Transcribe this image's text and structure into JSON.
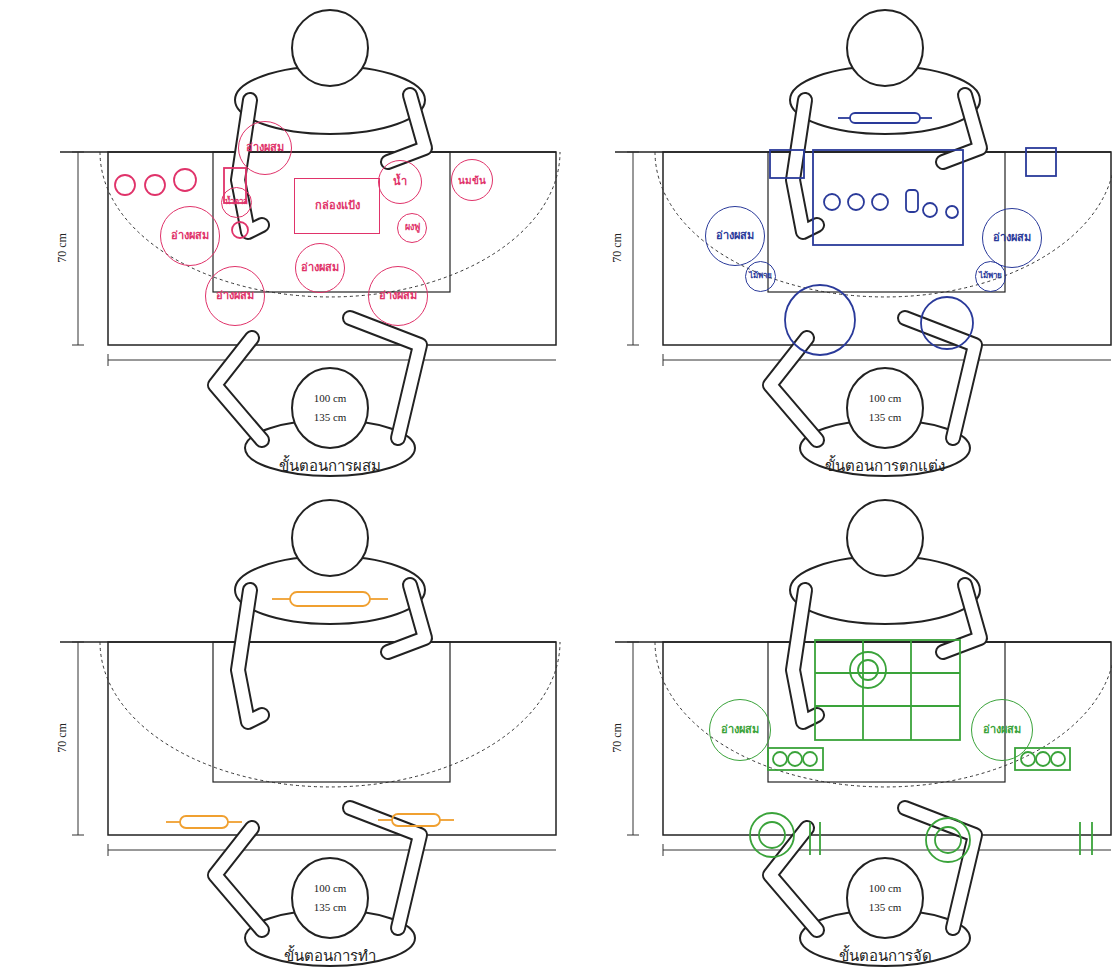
{
  "diagram": {
    "nodes": [
      {
        "text": [
          "อ่างผสม"
        ]
      },
      {
        "text": [
          "น้ำ"
        ]
      },
      {
        "text": [
          "นมข้น"
        ]
      },
      {
        "text": [
          "กล่องแป้ง"
        ]
      },
      {
        "text": [
          "น้ำตาล"
        ]
      },
      {
        "text": [
          "อ่างผสม"
        ]
      },
      {
        "text": [
          "ผงฟู"
        ]
      },
      {
        "text": [
          "อ่างผสม"
        ]
      },
      {
        "text": [
          "อ่างผสม"
        ]
      },
      {
        "text": [
          "อ่างผสม"
        ]
      },
      {
        "text": [
          "อ่างผสม"
        ]
      },
      {
        "text": [
          "อ่างผสม"
        ]
      },
      {
        "text": [
          "ไม้พาย"
        ]
      },
      {
        "text": [
          "ไม้พาย"
        ]
      },
      {
        "text": [
          "อ่างผสม"
        ]
      },
      {
        "text": [
          "อ่างผสม"
        ]
      }
    ],
    "labels": [
      "70 cm",
      "100 cm",
      "135 cm",
      "ขั้นตอนการผสม",
      "70 cm",
      "100 cm",
      "135 cm",
      "ขั้นตอนการตกแต่ง",
      "70 cm",
      "100 cm",
      "135 cm",
      "ขั้นตอนการทำ",
      "70 cm",
      "100 cm",
      "135 cm",
      "ขั้นตอนการจัด"
    ]
  }
}
